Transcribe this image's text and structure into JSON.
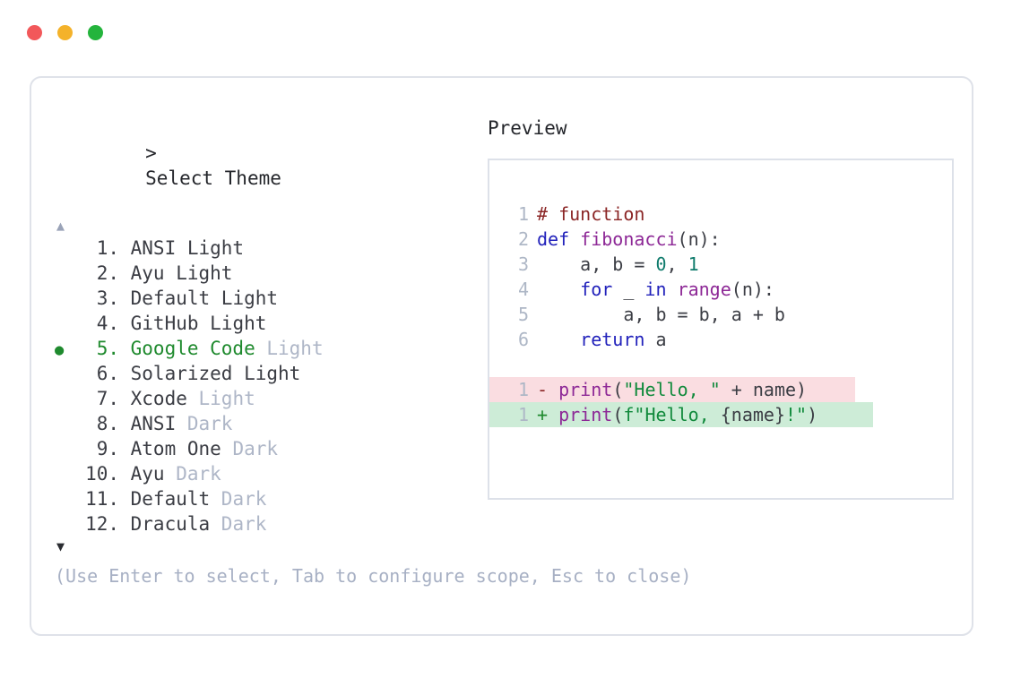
{
  "window": {
    "controls": [
      {
        "name": "close",
        "color": "#f2585a"
      },
      {
        "name": "minimize",
        "color": "#f4b22a"
      },
      {
        "name": "maximize",
        "color": "#24b43c"
      }
    ]
  },
  "selector": {
    "prompt_caret": ">",
    "prompt_label": "Select Theme",
    "scroll_up_glyph": "▲",
    "scroll_down_glyph": "▼",
    "selected_index": 5,
    "bullet_glyph": "●",
    "accent_color": "#1f8a2e",
    "items": [
      {
        "index": "1.",
        "name": "ANSI",
        "variant": "Light",
        "variant_muted": false,
        "selected": false
      },
      {
        "index": "2.",
        "name": "Ayu",
        "variant": "Light",
        "variant_muted": false,
        "selected": false
      },
      {
        "index": "3.",
        "name": "Default",
        "variant": "Light",
        "variant_muted": false,
        "selected": false
      },
      {
        "index": "4.",
        "name": "GitHub",
        "variant": "Light",
        "variant_muted": false,
        "selected": false
      },
      {
        "index": "5.",
        "name": "Google Code",
        "variant": "Light",
        "variant_muted": true,
        "selected": true
      },
      {
        "index": "6.",
        "name": "Solarized",
        "variant": "Light",
        "variant_muted": false,
        "selected": false
      },
      {
        "index": "7.",
        "name": "Xcode",
        "variant": "Light",
        "variant_muted": true,
        "selected": false
      },
      {
        "index": "8.",
        "name": "ANSI",
        "variant": "Dark",
        "variant_muted": true,
        "selected": false
      },
      {
        "index": "9.",
        "name": "Atom One",
        "variant": "Dark",
        "variant_muted": true,
        "selected": false
      },
      {
        "index": "10.",
        "name": "Ayu",
        "variant": "Dark",
        "variant_muted": true,
        "selected": false
      },
      {
        "index": "11.",
        "name": "Default",
        "variant": "Dark",
        "variant_muted": true,
        "selected": false
      },
      {
        "index": "12.",
        "name": "Dracula",
        "variant": "Dark",
        "variant_muted": true,
        "selected": false
      }
    ],
    "hint": "(Use Enter to select, Tab to configure scope, Esc to close)"
  },
  "preview": {
    "label": "Preview",
    "code_lines": [
      {
        "ln": "1",
        "tokens": [
          {
            "text": "# function",
            "cls": "tok-comment"
          }
        ]
      },
      {
        "ln": "2",
        "tokens": [
          {
            "text": "def ",
            "cls": "tok-keyword"
          },
          {
            "text": "fibonacci",
            "cls": "tok-fn"
          },
          {
            "text": "(n):",
            "cls": "tok-punc"
          }
        ]
      },
      {
        "ln": "3",
        "tokens": [
          {
            "text": "    a, b = ",
            "cls": "tok-plain"
          },
          {
            "text": "0",
            "cls": "tok-num"
          },
          {
            "text": ", ",
            "cls": "tok-plain"
          },
          {
            "text": "1",
            "cls": "tok-num"
          }
        ]
      },
      {
        "ln": "4",
        "tokens": [
          {
            "text": "    ",
            "cls": "tok-plain"
          },
          {
            "text": "for",
            "cls": "tok-keyword"
          },
          {
            "text": " _ ",
            "cls": "tok-plain"
          },
          {
            "text": "in",
            "cls": "tok-keyword"
          },
          {
            "text": " ",
            "cls": "tok-plain"
          },
          {
            "text": "range",
            "cls": "tok-builtin"
          },
          {
            "text": "(n):",
            "cls": "tok-punc"
          }
        ]
      },
      {
        "ln": "5",
        "tokens": [
          {
            "text": "        a, b = b, a + b",
            "cls": "tok-plain"
          }
        ]
      },
      {
        "ln": "6",
        "tokens": [
          {
            "text": "    ",
            "cls": "tok-plain"
          },
          {
            "text": "return",
            "cls": "tok-keyword"
          },
          {
            "text": " a",
            "cls": "tok-plain"
          }
        ]
      }
    ],
    "diff_lines": [
      {
        "ln": "1",
        "kind": "del",
        "sign": "-",
        "tokens": [
          {
            "text": "print",
            "cls": "tok-fn"
          },
          {
            "text": "(",
            "cls": "tok-punc"
          },
          {
            "text": "\"Hello, \"",
            "cls": "tok-str"
          },
          {
            "text": " + name)",
            "cls": "tok-plain"
          }
        ]
      },
      {
        "ln": "1",
        "kind": "add",
        "sign": "+",
        "tokens": [
          {
            "text": "print",
            "cls": "tok-fn"
          },
          {
            "text": "(",
            "cls": "tok-punc"
          },
          {
            "text": "f\"Hello, ",
            "cls": "tok-str"
          },
          {
            "text": "{name}",
            "cls": "tok-plain"
          },
          {
            "text": "!\"",
            "cls": "tok-str"
          },
          {
            "text": ")",
            "cls": "tok-punc"
          }
        ]
      }
    ],
    "diff_del_bg": "#fadde1",
    "diff_add_bg": "#cdecd7"
  }
}
